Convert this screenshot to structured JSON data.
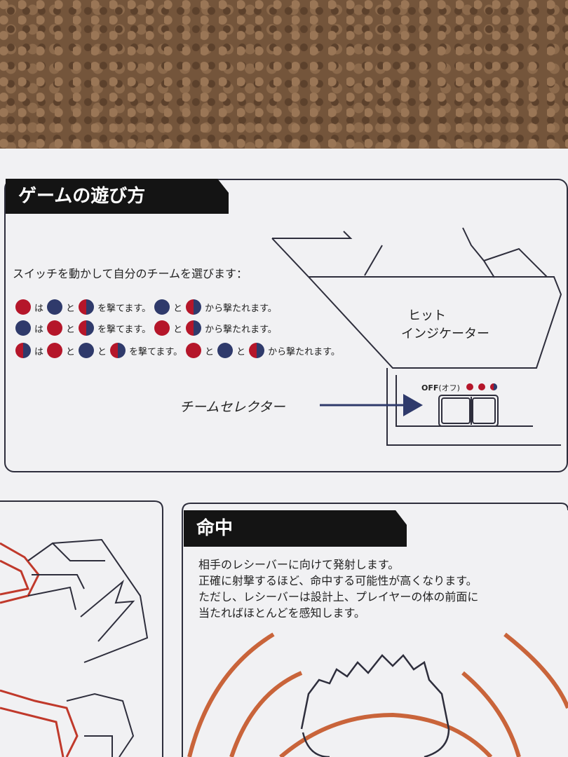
{
  "howto": {
    "title": "ゲームの遊び方",
    "intro": "スイッチを動かして自分のチームを選びます：",
    "rows": [
      {
        "player": "red",
        "wa": "は",
        "targets": [
          "blue",
          "half"
        ],
        "to": "と",
        "shoot": "を撃てます。",
        "hit_by": [
          "blue",
          "half"
        ],
        "hit_text": "から撃たれます。"
      },
      {
        "player": "blue",
        "wa": "は",
        "targets": [
          "red",
          "half"
        ],
        "to": "と",
        "shoot": "を撃てます。",
        "hit_by": [
          "red",
          "half"
        ],
        "hit_text": "から撃たれます。"
      },
      {
        "player": "half",
        "wa": "は",
        "targets": [
          "red",
          "blue",
          "half"
        ],
        "to": "と",
        "shoot": "を撃てます。",
        "hit_by": [
          "red",
          "blue",
          "half"
        ],
        "hit_text": "から撃たれます。"
      }
    ],
    "hit_indicator_line1": "ヒット",
    "hit_indicator_line2": "インジケーター",
    "team_selector": "チームセレクター",
    "off_label": "OFF",
    "off_kana": "(オフ)"
  },
  "hit": {
    "title": "命中",
    "lines": [
      "相手のレシーバーに向けて発射します。",
      "正確に射撃するほど、命中する可能性が高くなります。",
      "ただし、レシーバーは設計上、プレイヤーの体の前面に",
      "当たればほとんどを感知します。"
    ]
  },
  "colors": {
    "red": "#b5162a",
    "blue": "#2f3a6b",
    "ink": "#2e2e3c",
    "diagram_red": "#c0392b",
    "ring_orange": "#c9643a"
  }
}
